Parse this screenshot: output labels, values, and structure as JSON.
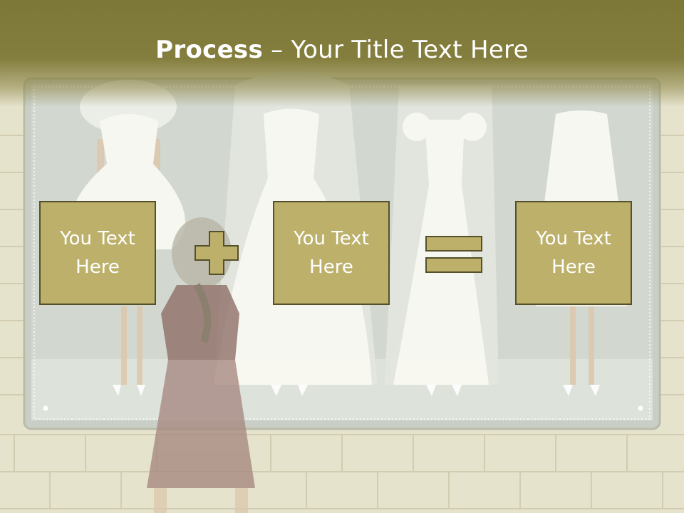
{
  "title": {
    "bold": "Process",
    "rest": " – Your Title Text Here"
  },
  "process": {
    "boxes": [
      {
        "text": "You Text Here"
      },
      {
        "text": "You Text Here"
      },
      {
        "text": "You Text Here"
      }
    ],
    "operators": [
      "plus-icon",
      "equals-icon"
    ]
  },
  "colors": {
    "header": "#7d7738",
    "box_fill": "#bcb06a",
    "box_border": "#55502a",
    "wall": "#e6e3cd",
    "window": "#d2d8d0"
  }
}
